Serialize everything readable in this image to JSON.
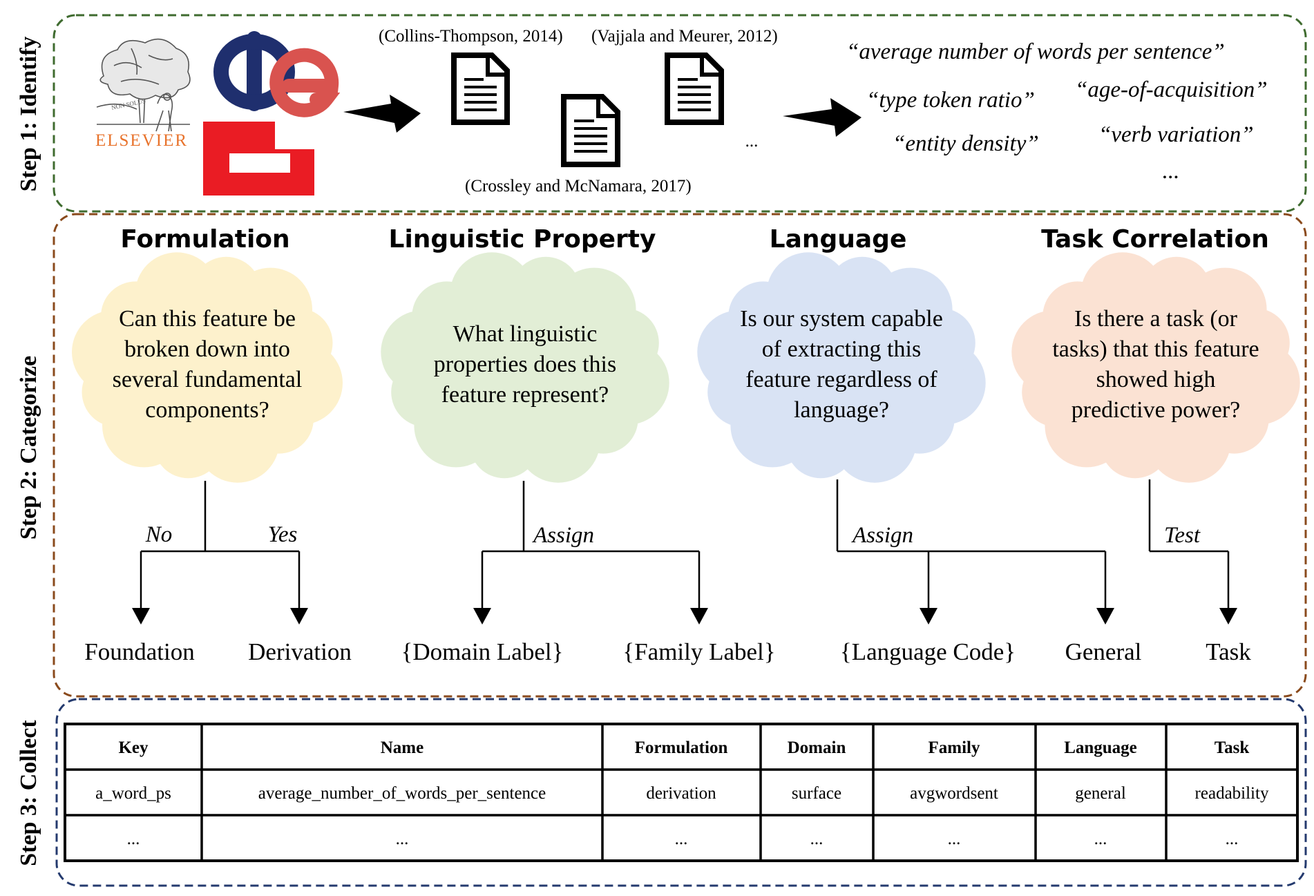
{
  "steps": {
    "identify": "Step 1: Identify",
    "categorize": "Step 2: Categorize",
    "collect": "Step 3: Collect"
  },
  "colors": {
    "identify_border": "#3f6b2f",
    "categorize_border": "#8a4a1c",
    "collect_border": "#243a6e",
    "cloud_formulation": "#fdf1cc",
    "cloud_linguistic": "#e2eed6",
    "cloud_language": "#d9e3f4",
    "cloud_task": "#fbe2d3",
    "logo_blue": "#1f2f6e",
    "logo_red": "#d9534f",
    "logo_bright_red": "#ea1c24",
    "elsevier_orange": "#e8732c"
  },
  "identify": {
    "elsevier_name": "ELSEVIER",
    "elsevier_motto": "NON SOLUS",
    "cite_top_left": "(Collins-Thompson, 2014)",
    "cite_top_right": "(Vajjala and Meurer, 2012)",
    "cite_bottom": "(Crossley and McNamara, 2017)",
    "doc_ellipsis": "...",
    "features": [
      "“average number of words per sentence”",
      "“type token ratio”",
      "“age-of-acquisition”",
      "“entity density”",
      "“verb variation”"
    ],
    "features_ellipsis": "..."
  },
  "categories": [
    {
      "title": "Formulation",
      "question": [
        "Can this feature be",
        "broken down into",
        "several fundamental",
        "components?"
      ],
      "branches": [
        "No",
        "Yes"
      ],
      "outcomes": [
        "Foundation",
        "Derivation"
      ]
    },
    {
      "title": "Linguistic Property",
      "question": [
        "What linguistic",
        "properties does this",
        "feature represent?"
      ],
      "branches": [
        "Assign"
      ],
      "outcomes": [
        "{Domain Label}",
        "{Family Label}"
      ]
    },
    {
      "title": "Language",
      "question": [
        "Is our system capable",
        "of extracting this",
        "feature regardless of",
        "language?"
      ],
      "branches": [
        "Assign"
      ],
      "outcomes": [
        "{Language Code}",
        "General"
      ]
    },
    {
      "title": "Task Correlation",
      "question": [
        "Is there a task (or",
        "tasks) that this feature",
        "showed high",
        "predictive power?"
      ],
      "branches": [
        "Test"
      ],
      "outcomes": [
        "Task"
      ]
    }
  ],
  "table": {
    "headers": [
      "Key",
      "Name",
      "Formulation",
      "Domain",
      "Family",
      "Language",
      "Task"
    ],
    "rows": [
      [
        "a_word_ps",
        "average_number_of_words_per_sentence",
        "derivation",
        "surface",
        "avgwordsent",
        "general",
        "readability"
      ],
      [
        "...",
        "...",
        "...",
        "...",
        "...",
        "...",
        "..."
      ]
    ]
  }
}
